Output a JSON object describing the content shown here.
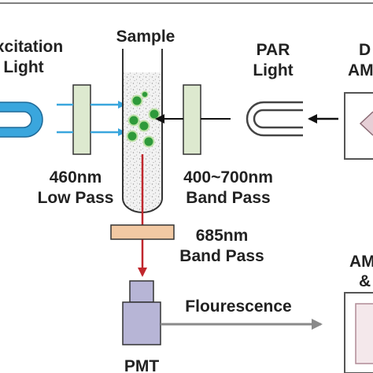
{
  "labels": {
    "excitation_line1": "Excitation",
    "excitation_line2": "Light",
    "sample": "Sample",
    "par_line1": "PAR",
    "par_line2": "Light",
    "right_top_line1": "D",
    "right_top_line2": "AM",
    "filter_460_line1": "460nm",
    "filter_460_line2": "Low Pass",
    "filter_400_line1": "400~700nm",
    "filter_400_line2": "Band Pass",
    "filter_685_line1": "685nm",
    "filter_685_line2": "Band Pass",
    "right_bottom_line1": "AM",
    "right_bottom_line2": "&",
    "fluorescence": "Flourescence",
    "pmt": "PMT"
  },
  "colors": {
    "excitation_blue": "#3aa6dd",
    "red_emission": "#c0272d",
    "filter_green": "#dde9cf",
    "filter_685": "#f2c9a3",
    "cell_green": "#2e9a3a",
    "pmt_purple": "#b7b5d6",
    "gray_arrow": "#8a8a8a"
  },
  "icons": {
    "excitation_lamp": "lamp-icon",
    "par_lamp": "bulb-icon",
    "detector": "pmt-icon"
  }
}
